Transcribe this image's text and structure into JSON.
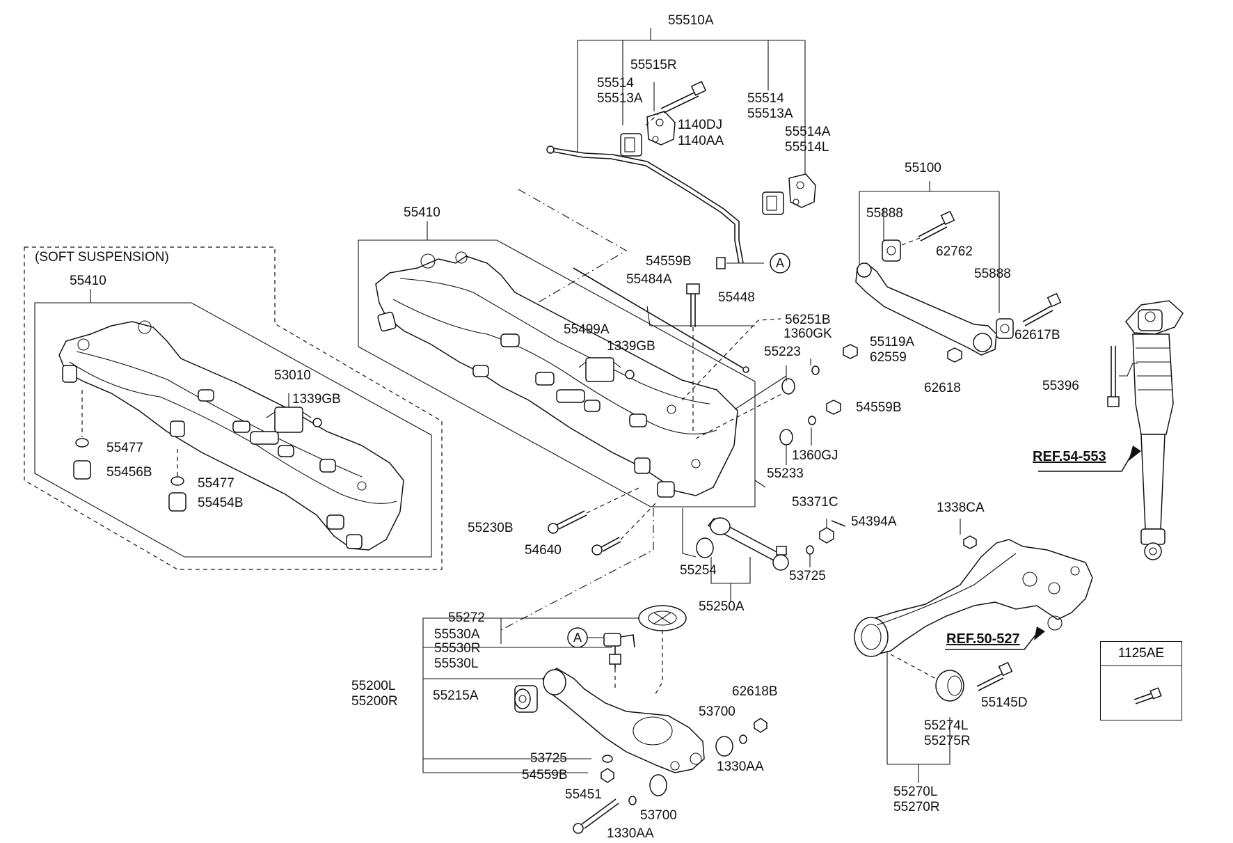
{
  "labels": {
    "l55510A": "55510A",
    "l55515R": "55515R",
    "l55514a": "55514",
    "l55513Aa": "55513A",
    "l1140DJ": "1140DJ",
    "l1140AA": "1140AA",
    "l55514b": "55514",
    "l55513Ab": "55513A",
    "l55514A": "55514A",
    "l55514L": "55514L",
    "l55100": "55100",
    "l55888a": "55888",
    "l62762": "62762",
    "l55888b": "55888",
    "l62617B": "62617B",
    "l62618": "62618",
    "l55396": "55396",
    "l55410a": "55410",
    "l54559Ba": "54559B",
    "l55484A": "55484A",
    "l55448": "55448",
    "l56251B": "56251B",
    "l1360GK": "1360GK",
    "l55119A": "55119A",
    "l62559": "62559",
    "l55223": "55223",
    "l55499A": "55499A",
    "l1339GBa": "1339GB",
    "l54559Bb": "54559B",
    "l1360GJ": "1360GJ",
    "l55233": "55233",
    "l53371C": "53371C",
    "l54394A": "54394A",
    "l53725a": "53725",
    "l55254": "55254",
    "l55250A": "55250A",
    "l55230B": "55230B",
    "l54640": "54640",
    "lSoft": "(SOFT SUSPENSION)",
    "l55410b": "55410",
    "l53010": "53010",
    "l1339GBb": "1339GB",
    "l55477a": "55477",
    "l55456B": "55456B",
    "l55477b": "55477",
    "l55454B": "55454B",
    "l55272": "55272",
    "l55530A": "55530A",
    "l55530R": "55530R",
    "l55530L": "55530L",
    "l55200L": "55200L",
    "l55200R": "55200R",
    "l55215A": "55215A",
    "l53725b": "53725",
    "l54559Bc": "54559B",
    "l55451": "55451",
    "l1330AAa": "1330AA",
    "l53700a": "53700",
    "l62618B": "62618B",
    "l53700b": "53700",
    "l1330AAb": "1330AA",
    "l1338CA": "1338CA",
    "l55145D": "55145D",
    "l55274L": "55274L",
    "l55275R": "55275R",
    "l55270L": "55270L",
    "l55270R": "55270R",
    "l1125AE": "1125AE",
    "ref54": "REF.54-553",
    "ref50": "REF.50-527",
    "circleA1": "A",
    "circleA2": "A"
  }
}
